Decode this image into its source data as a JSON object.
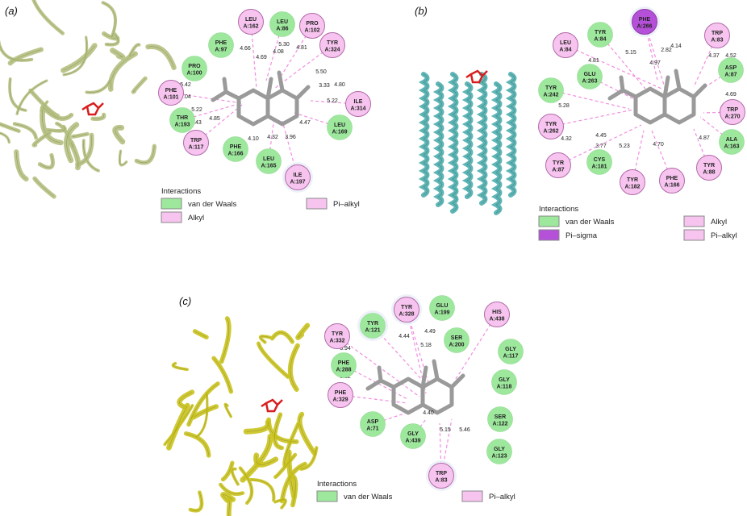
{
  "colors": {
    "vdw": "#9ee89e",
    "vdw_stroke": "#8fd88f",
    "alkyl": "#f7c4ef",
    "alkyl_stroke": "#b06aa8",
    "pisigma": "#b550d8",
    "pisigma_stroke": "#8d3aa8",
    "line": "#f08ee0",
    "ligand": "#9a9a9a",
    "protein_a": "#b4c080",
    "protein_b": "#5fb5b5",
    "protein_c": "#c9c21c",
    "ligand_red": "#d81e1e"
  },
  "panels": [
    {
      "id": "a",
      "label": "(a)",
      "legend": {
        "title": "Interactions",
        "items": [
          {
            "text": "van der Waals",
            "kind": "vdw"
          },
          {
            "text": "Alkyl",
            "kind": "alkyl"
          },
          {
            "text": "Pi–alkyl",
            "kind": "alkyl"
          }
        ]
      },
      "residues": [
        {
          "name": "LEU",
          "id": "A:162",
          "kind": "alkyl"
        },
        {
          "name": "LEU",
          "id": "A:86",
          "kind": "vdw"
        },
        {
          "name": "PRO",
          "id": "A:102",
          "kind": "alkyl"
        },
        {
          "name": "TYR",
          "id": "A:324",
          "kind": "alkyl"
        },
        {
          "name": "PHE",
          "id": "A:97",
          "kind": "vdw"
        },
        {
          "name": "PRO",
          "id": "A:100",
          "kind": "vdw"
        },
        {
          "name": "PHE",
          "id": "A:101",
          "kind": "alkyl"
        },
        {
          "name": "THR",
          "id": "A:193",
          "kind": "vdw"
        },
        {
          "name": "TRP",
          "id": "A:117",
          "kind": "alkyl"
        },
        {
          "name": "PHE",
          "id": "A:166",
          "kind": "vdw"
        },
        {
          "name": "LEU",
          "id": "A:165",
          "kind": "vdw"
        },
        {
          "name": "ILE",
          "id": "A:197",
          "kind": "alkyl"
        },
        {
          "name": "LEU",
          "id": "A:169",
          "kind": "vdw"
        },
        {
          "name": "ILE",
          "id": "A:314",
          "kind": "alkyl"
        }
      ],
      "distances": [
        "5.30",
        "4.08",
        "4.81",
        "4.66",
        "4.69",
        "5.50",
        "3.33",
        "4.80",
        "5.22",
        "5.42",
        "5.04",
        "5.22",
        "4.43",
        "4.85",
        "4.10",
        "4.32",
        "3.96",
        "4.47"
      ]
    },
    {
      "id": "b",
      "label": "(b)",
      "legend": {
        "title": "Interactions",
        "items": [
          {
            "text": "van der Waals",
            "kind": "vdw"
          },
          {
            "text": "Pi–sigma",
            "kind": "pisigma"
          },
          {
            "text": "Alkyl",
            "kind": "alkyl"
          },
          {
            "text": "Pi–alkyl",
            "kind": "alkyl"
          }
        ]
      },
      "residues": [
        {
          "name": "PHE",
          "id": "A:266",
          "kind": "pisigma"
        },
        {
          "name": "LEU",
          "id": "A:84",
          "kind": "alkyl"
        },
        {
          "name": "TYR",
          "id": "A:84",
          "kind": "vdw"
        },
        {
          "name": "TRP",
          "id": "A:83",
          "kind": "alkyl"
        },
        {
          "name": "ASP",
          "id": "A:87",
          "kind": "vdw"
        },
        {
          "name": "GLU",
          "id": "A:263",
          "kind": "vdw"
        },
        {
          "name": "TYR",
          "id": "A:242",
          "kind": "vdw"
        },
        {
          "name": "TRP",
          "id": "A:270",
          "kind": "alkyl"
        },
        {
          "name": "TYR",
          "id": "A:262",
          "kind": "alkyl"
        },
        {
          "name": "ALA",
          "id": "A:163",
          "kind": "vdw"
        },
        {
          "name": "TYR",
          "id": "A:87",
          "kind": "alkyl"
        },
        {
          "name": "CYS",
          "id": "A:181",
          "kind": "vdw"
        },
        {
          "name": "TYR",
          "id": "A:182",
          "kind": "alkyl"
        },
        {
          "name": "PHE",
          "id": "A:166",
          "kind": "alkyl"
        },
        {
          "name": "TYR",
          "id": "A:88",
          "kind": "alkyl"
        }
      ],
      "distances": [
        "5.15",
        "2.82",
        "4.14",
        "4.37",
        "4.52",
        "4.81",
        "4.97",
        "4.69",
        "5.28",
        "4.45",
        "4.32",
        "3.77",
        "5.23",
        "4.70",
        "4.87"
      ]
    },
    {
      "id": "c",
      "label": "(c)",
      "legend": {
        "title": "Interactions",
        "items": [
          {
            "text": "van der Waals",
            "kind": "vdw"
          },
          {
            "text": "Pi–alkyl",
            "kind": "alkyl"
          }
        ]
      },
      "residues": [
        {
          "name": "TYR",
          "id": "A:328",
          "kind": "alkyl"
        },
        {
          "name": "GLU",
          "id": "A:199",
          "kind": "vdw"
        },
        {
          "name": "HIS",
          "id": "A:438",
          "kind": "alkyl"
        },
        {
          "name": "TYR",
          "id": "A:121",
          "kind": "vdw"
        },
        {
          "name": "TYR",
          "id": "A:332",
          "kind": "alkyl"
        },
        {
          "name": "SER",
          "id": "A:200",
          "kind": "vdw"
        },
        {
          "name": "GLY",
          "id": "A:117",
          "kind": "vdw"
        },
        {
          "name": "PHE",
          "id": "A:288",
          "kind": "vdw"
        },
        {
          "name": "GLY",
          "id": "A:118",
          "kind": "vdw"
        },
        {
          "name": "PHE",
          "id": "A:329",
          "kind": "alkyl"
        },
        {
          "name": "ASP",
          "id": "A:71",
          "kind": "vdw"
        },
        {
          "name": "SER",
          "id": "A:122",
          "kind": "vdw"
        },
        {
          "name": "GLY",
          "id": "A:439",
          "kind": "vdw"
        },
        {
          "name": "GLY",
          "id": "A:123",
          "kind": "vdw"
        },
        {
          "name": "TRP",
          "id": "A:83",
          "kind": "alkyl"
        }
      ],
      "distances": [
        "4.44",
        "4.49",
        "5.18",
        "3.94",
        "3.82",
        "5.02",
        "4.40",
        "5.15",
        "5.46"
      ]
    }
  ]
}
